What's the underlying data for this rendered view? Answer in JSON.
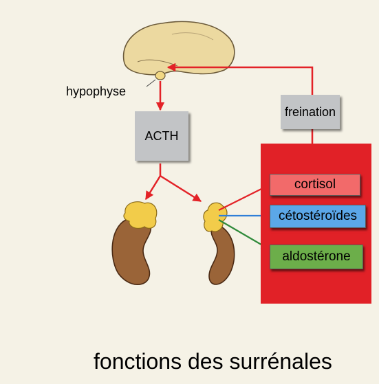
{
  "labels": {
    "hypophyse": "hypophyse",
    "acth": "ACTH",
    "freination": "freination",
    "cortisol": "cortisol",
    "cetosteroides": "cétostéroïdes",
    "aldosterone": "aldostérone",
    "title": "fonctions des surrénales"
  },
  "colors": {
    "background": "#f5f2e6",
    "brain": "#ecd9a0",
    "kidney": "#9a6438",
    "adrenal": "#f2cc4a",
    "arrow": "#e32227",
    "panel": "#e12127",
    "cortisol_box": "#f26a6a",
    "cetosteroides_box": "#5ba7e8",
    "aldosterone_box": "#6cae4a",
    "blue_line": "#2f7fd8",
    "green_line": "#2f8a3a"
  }
}
